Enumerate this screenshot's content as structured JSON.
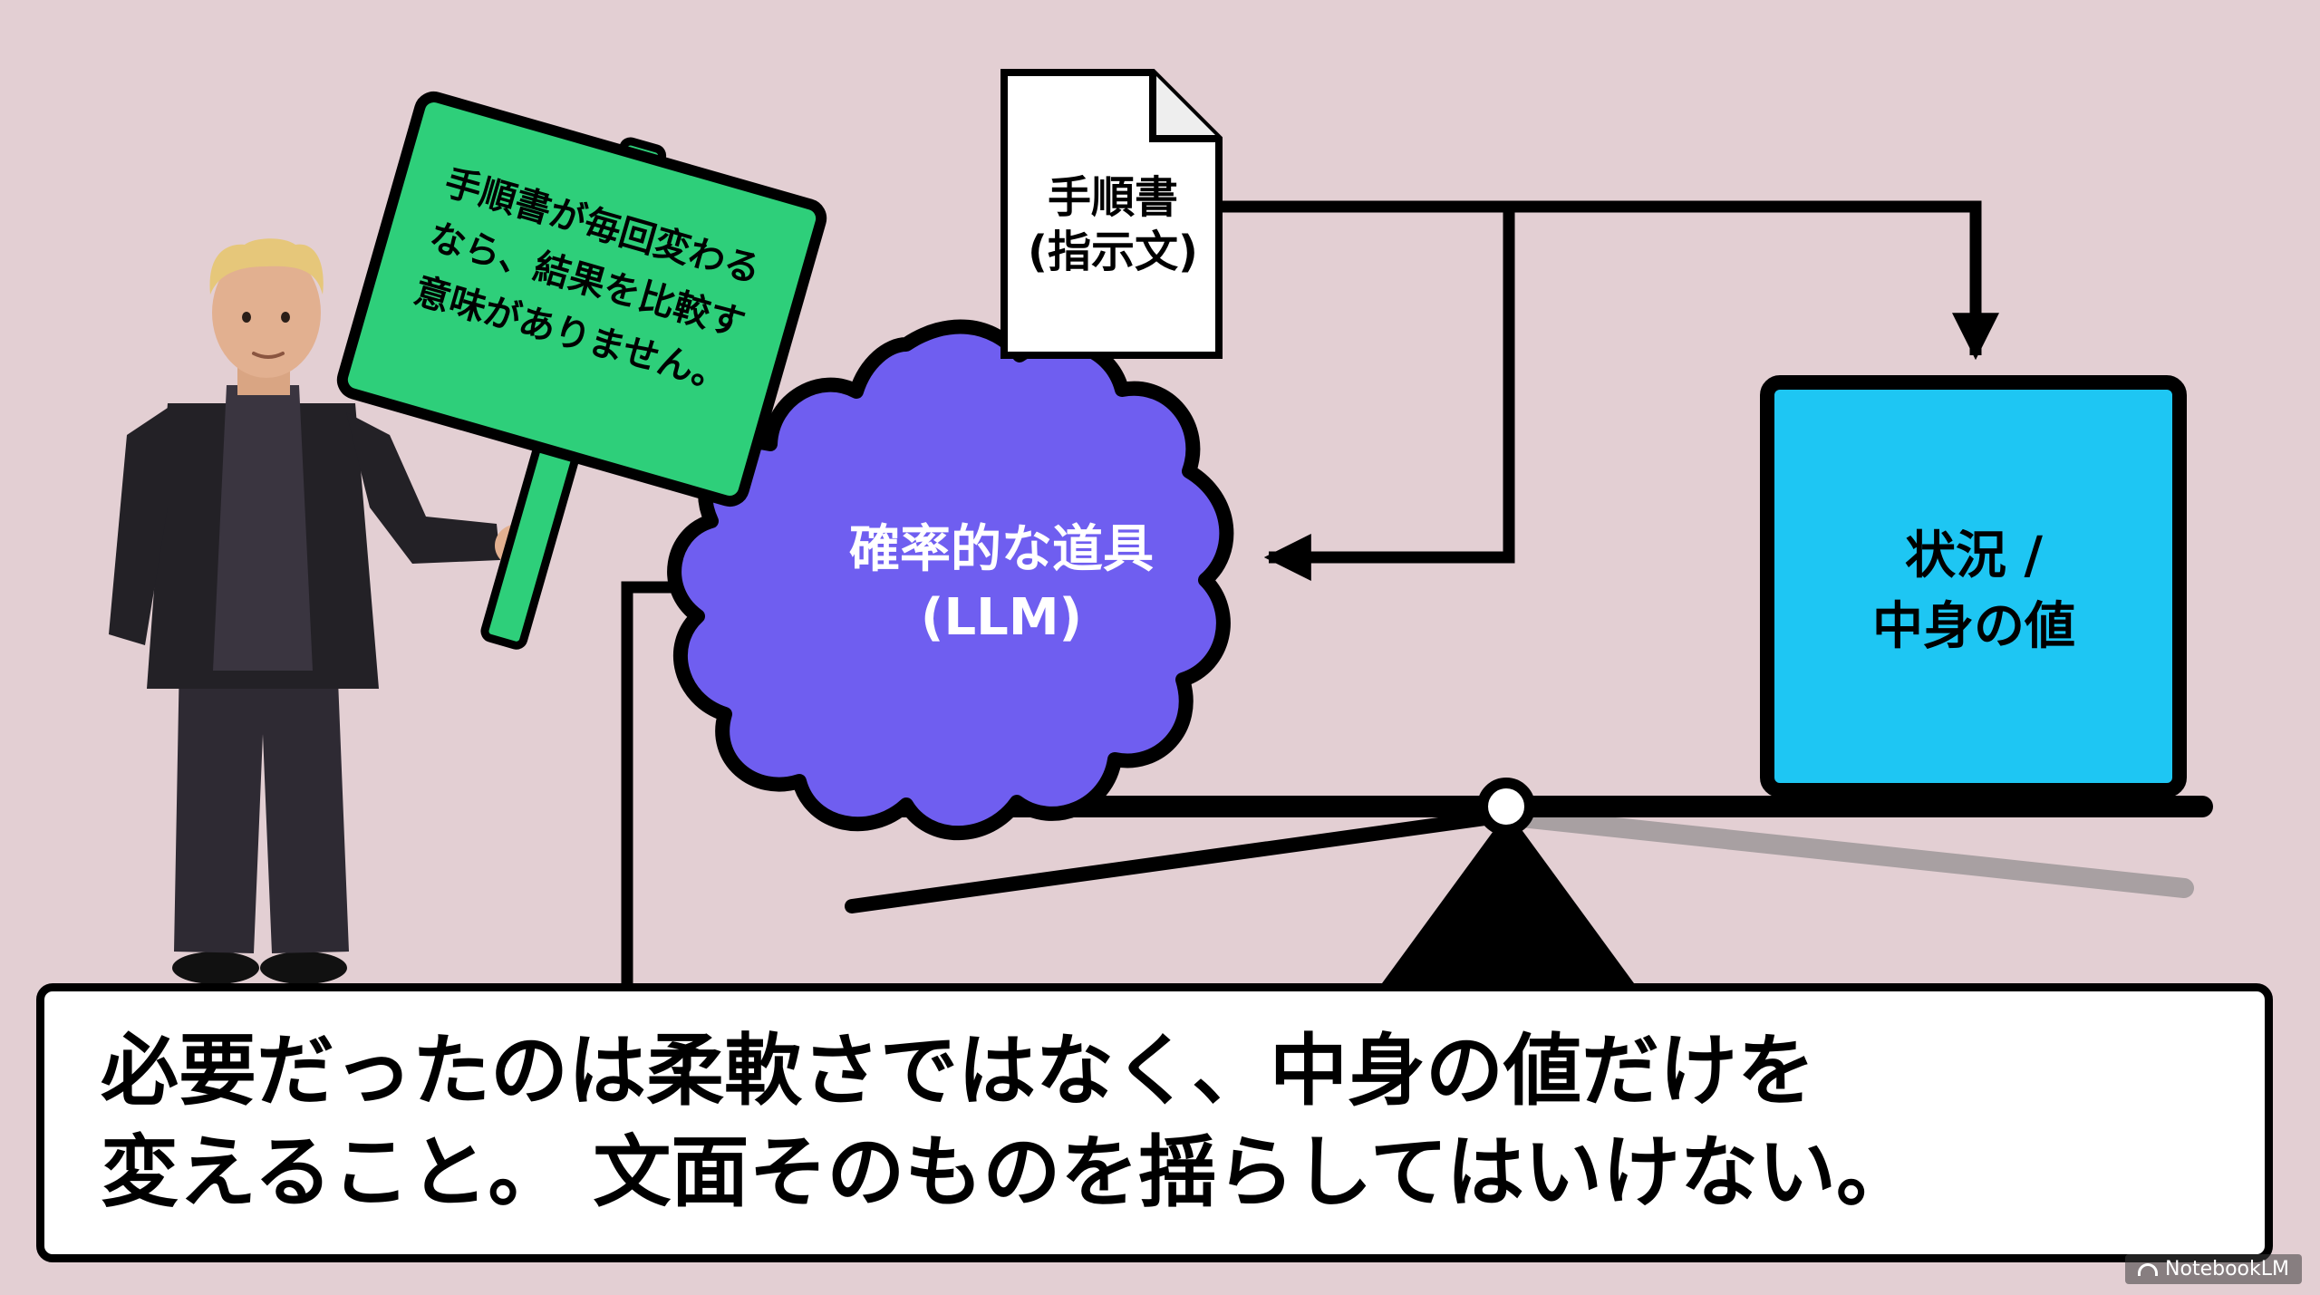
{
  "sign": {
    "lines": [
      "手順書が毎回変わる",
      "なら、結果を比較す",
      "意味がありません。"
    ]
  },
  "document": {
    "line1": "手順書",
    "line2": "(指示文)"
  },
  "llm": {
    "line1": "確率的な道具",
    "line2": "(LLM)"
  },
  "state_box": {
    "line1": "状況 /",
    "line2": "中身の値"
  },
  "caption": {
    "line1": "必要だったのは柔軟さではなく、中身の値だけを",
    "line2": "変えること。 文面そのものを揺らしてはいけない。"
  },
  "watermark": {
    "label": "NotebookLM"
  },
  "colors": {
    "background": "#e3cfd3",
    "sign_green": "#2ecf7a",
    "llm_purple": "#6f5ef0",
    "state_cyan": "#1ec6f3",
    "ink": "#000000"
  }
}
